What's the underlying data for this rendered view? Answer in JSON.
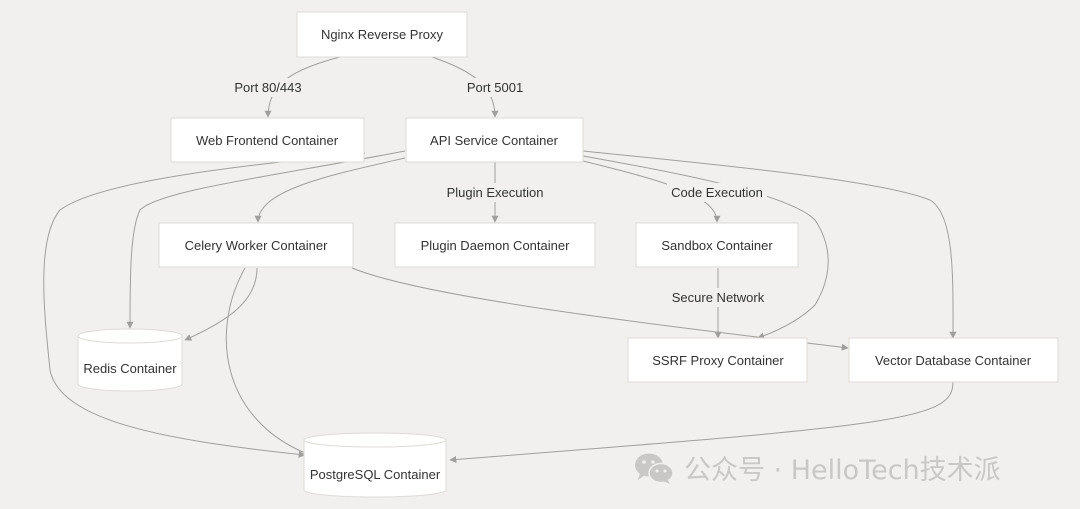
{
  "nodes": {
    "nginx": "Nginx Reverse Proxy",
    "web": "Web Frontend Container",
    "api": "API Service Container",
    "celery": "Celery Worker Container",
    "plugin": "Plugin Daemon Container",
    "sandbox": "Sandbox Container",
    "redis": "Redis Container",
    "ssrf": "SSRF Proxy Container",
    "vector": "Vector Database Container",
    "postgres": "PostgreSQL Container"
  },
  "edge_labels": {
    "port_web": "Port 80/443",
    "port_api": "Port 5001",
    "plugin_exec": "Plugin Execution",
    "code_exec": "Code Execution",
    "secure_net": "Secure Network"
  },
  "watermark": {
    "logo": "wechat-logo-icon",
    "text": "公众号 · HelloTech技术派"
  },
  "colors": {
    "background": "#f1f0ee",
    "node_fill": "#ffffff",
    "node_border": "#dddbd8",
    "edge": "#a09f9d",
    "watermark": "#c9c8c6"
  }
}
